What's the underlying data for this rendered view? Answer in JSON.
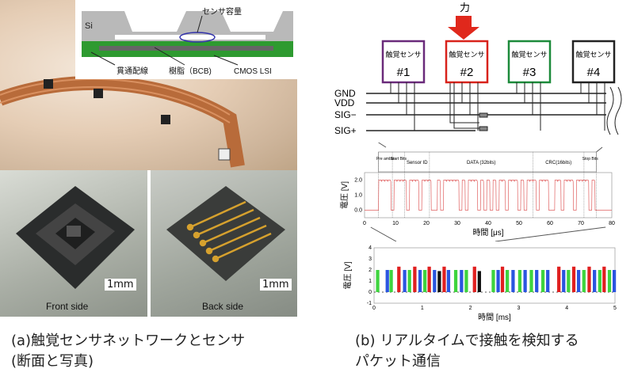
{
  "left_panel": {
    "cross_section": {
      "labels": {
        "si": "Si",
        "capacitance": "センサ容量",
        "via": "貫通配線",
        "resin": "樹脂（BCB)",
        "lsi": "CMOS LSI"
      }
    },
    "photos": {
      "front_label": "Front side",
      "back_label": "Back side",
      "scale_front": "1mm",
      "scale_back": "1mm"
    },
    "caption_line1": "(a)触覚センサネットワークとセンサ",
    "caption_line2": "(断面と写真)"
  },
  "right_panel": {
    "force_label": "力",
    "sensors": [
      {
        "name": "触覚センサ",
        "num": "#1",
        "color": "#6a2a7a"
      },
      {
        "name": "触覚センサ",
        "num": "#2",
        "color": "#d8221b"
      },
      {
        "name": "触覚センサ",
        "num": "#3",
        "color": "#1c8a3a"
      },
      {
        "name": "触覚センサ",
        "num": "#4",
        "color": "#222222"
      }
    ],
    "bus_lines": [
      "GND",
      "VDD",
      "SIG−",
      "SIG+"
    ],
    "caption_line1": "(b) リアルタイムで接触を検知する",
    "caption_line2": "パケット通信"
  },
  "chart_data": [
    {
      "type": "line",
      "title": "",
      "xlabel": "時間 [μs]",
      "ylabel": "電圧 [V]",
      "xlim": [
        0,
        80
      ],
      "ylim": [
        -0.5,
        2.5
      ],
      "xticks": [
        "0",
        "10",
        "20",
        "30",
        "40",
        "50",
        "60",
        "70",
        "80"
      ],
      "yticks": [
        "0.0",
        "1.0",
        "2.0"
      ],
      "sections": [
        {
          "label": "Pre amble",
          "start": 4.5,
          "end": 9
        },
        {
          "label": "Start Bits",
          "start": 9,
          "end": 13
        },
        {
          "label": "Sensor ID",
          "start": 13,
          "end": 21
        },
        {
          "label": "DATA (32bits)",
          "start": 21,
          "end": 54.5
        },
        {
          "label": "CRC(16bits)",
          "start": 54.5,
          "end": 71
        },
        {
          "label": "Stop Bits",
          "start": 71,
          "end": 75
        }
      ],
      "signal_start": 4.5,
      "slot_us": 1.0,
      "high_v": 2.0,
      "slots": "1111011110111011100101111101011101010101101110101110111001101110111101",
      "color": "#e06060"
    },
    {
      "type": "bar",
      "title": "",
      "xlabel": "時間 [ms]",
      "ylabel": "電圧 [V]",
      "xlim": [
        0,
        5
      ],
      "ylim": [
        -1,
        4
      ],
      "xticks": [
        "0",
        "1",
        "2",
        "3",
        "4",
        "5"
      ],
      "yticks": [
        "-1",
        "0",
        "1",
        "2",
        "3",
        "4"
      ],
      "burst_width_ms": 0.07,
      "burst_v": 2.0,
      "bursts": [
        [
          0.04,
          "green"
        ],
        [
          0.24,
          "blue"
        ],
        [
          0.32,
          "green"
        ],
        [
          0.48,
          "red"
        ],
        [
          0.6,
          "blue"
        ],
        [
          0.7,
          "green"
        ],
        [
          0.81,
          "red"
        ],
        [
          0.92,
          "blue"
        ],
        [
          1.02,
          "green"
        ],
        [
          1.11,
          "red"
        ],
        [
          1.22,
          "blue"
        ],
        [
          1.32,
          "black"
        ],
        [
          1.42,
          "red"
        ],
        [
          1.51,
          "blue"
        ],
        [
          1.66,
          "green"
        ],
        [
          1.78,
          "blue"
        ],
        [
          1.88,
          "green"
        ],
        [
          2.05,
          "red"
        ],
        [
          2.15,
          "black"
        ],
        [
          2.44,
          "green"
        ],
        [
          2.54,
          "blue"
        ],
        [
          2.63,
          "red"
        ],
        [
          2.73,
          "green"
        ],
        [
          2.85,
          "blue"
        ],
        [
          2.99,
          "green"
        ],
        [
          3.1,
          "blue"
        ],
        [
          3.23,
          "green"
        ],
        [
          3.34,
          "blue"
        ],
        [
          3.47,
          "green"
        ],
        [
          3.57,
          "blue"
        ],
        [
          3.8,
          "red"
        ],
        [
          3.9,
          "blue"
        ],
        [
          4.0,
          "green"
        ],
        [
          4.11,
          "red"
        ],
        [
          4.21,
          "blue"
        ],
        [
          4.32,
          "green"
        ],
        [
          4.43,
          "red"
        ],
        [
          4.54,
          "blue"
        ],
        [
          4.65,
          "green"
        ],
        [
          4.74,
          "red"
        ],
        [
          4.85,
          "green"
        ],
        [
          4.95,
          "blue"
        ]
      ],
      "colors": {
        "green": "#3ed43e",
        "blue": "#2a55e0",
        "red": "#e02020",
        "black": "#111111"
      }
    }
  ]
}
